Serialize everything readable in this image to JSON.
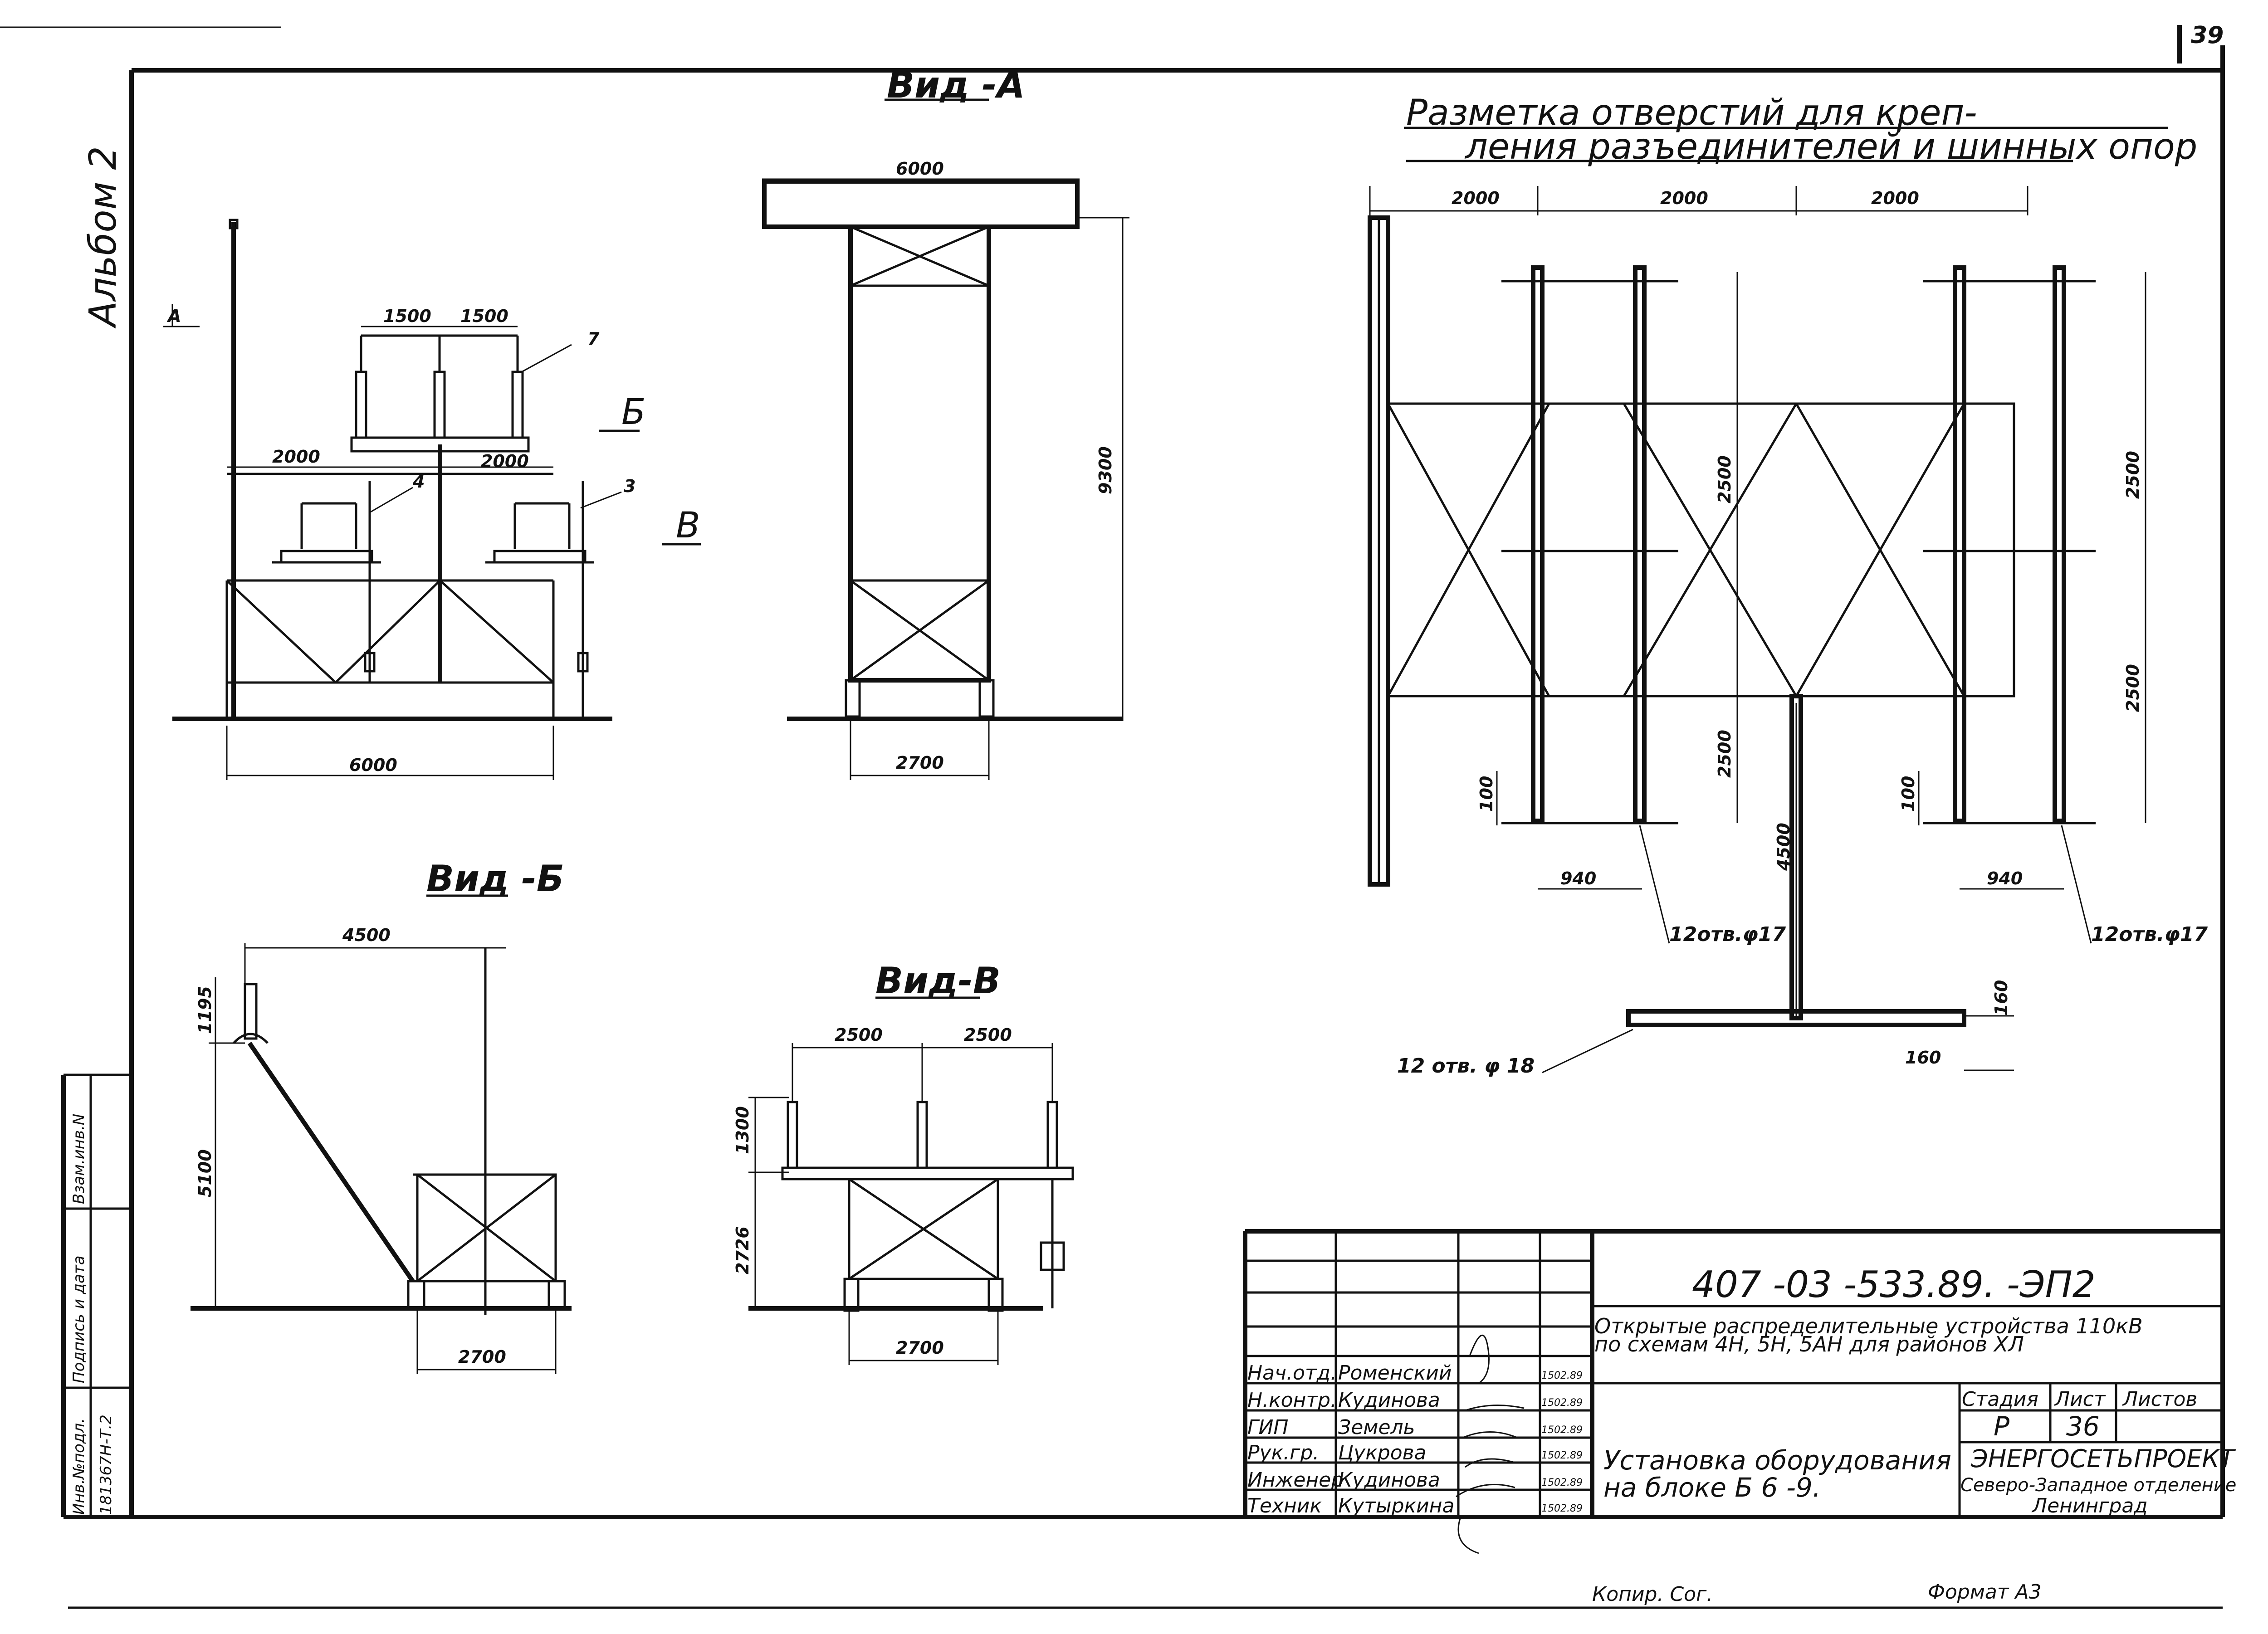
{
  "page": {
    "number": "39",
    "album": "Альбом 2"
  },
  "views": {
    "main": {
      "dims": {
        "top_left": "1500",
        "top_right": "1500",
        "mid_left": "2000",
        "mid_right": "2000",
        "bottom": "6000"
      },
      "callouts": {
        "c7": "7",
        "c4": "4",
        "c3": "3",
        "cA": "А",
        "cB": "Б",
        "cV": "В"
      }
    },
    "a": {
      "title": "Вид -А",
      "dims": {
        "top": "6000",
        "height": "9300",
        "bottom": "2700"
      }
    },
    "b": {
      "title": "Вид -Б",
      "dims": {
        "top": "4500",
        "h1": "1195",
        "h2": "5100",
        "bottom": "2700"
      }
    },
    "v": {
      "title": "Вид-В",
      "dims": {
        "left": "2500",
        "right": "2500",
        "h1": "1300",
        "h2": "2726",
        "bottom": "2700"
      }
    },
    "marking": {
      "title_line1": "Разметка   отверстий  для  креп-",
      "title_line2": "ления  разъединителей и шинных опор",
      "dims": {
        "d1": "2000",
        "d2": "2000",
        "d3": "2000",
        "v1": "2500",
        "v2": "2500",
        "v3": "2500",
        "v4": "2500",
        "v5": "4500",
        "s1": "100",
        "s2": "100",
        "w1": "940",
        "w2": "940",
        "e1": "160",
        "e2": "160"
      },
      "notes": {
        "holes_left": "12отв.φ17",
        "holes_right": "12отв.φ17",
        "holes_bottom": "12 отв. φ 18"
      }
    }
  },
  "left_margin": {
    "col1": "Инв.№подл.",
    "col2": "Подпись и дата",
    "col3": "Взам.инв.N",
    "code": "181367Н-Т.2"
  },
  "title_block": {
    "code": "407 -03 -533.89. -ЭП2",
    "desc1": "Открытые распределительные устройства 110кВ",
    "desc2": "по схемам 4Н, 5Н, 5АН для районов ХЛ",
    "roles": [
      {
        "role": "Нач.отд.",
        "name": "Роменский",
        "date": "1502.89"
      },
      {
        "role": "Н.контр.",
        "name": "Кудинова",
        "date": "1502.89"
      },
      {
        "role": "ГИП",
        "name": "Земель",
        "date": "1502.89"
      },
      {
        "role": "Рук.гр.",
        "name": "Цукрова",
        "date": "1502.89"
      },
      {
        "role": "Инженер",
        "name": "Кудинова",
        "date": "1502.89"
      },
      {
        "role": "Техник",
        "name": "Кутыркина",
        "date": "1502.89"
      }
    ],
    "sheet_title1": "Установка оборудования",
    "sheet_title2": "на блоке Б 6 -9.",
    "stage_hdr": "Стадия",
    "sheet_hdr": "Лист",
    "sheets_hdr": "Листов",
    "stage": "Р",
    "sheet": "36",
    "org1": "ЭНЕРГОСЕТЬПРОЕКТ",
    "org2": "Северо-Западное отделение",
    "org3": "Ленинград"
  },
  "footer": {
    "copied": "Копир. Сог.",
    "format": "Формат А3"
  }
}
